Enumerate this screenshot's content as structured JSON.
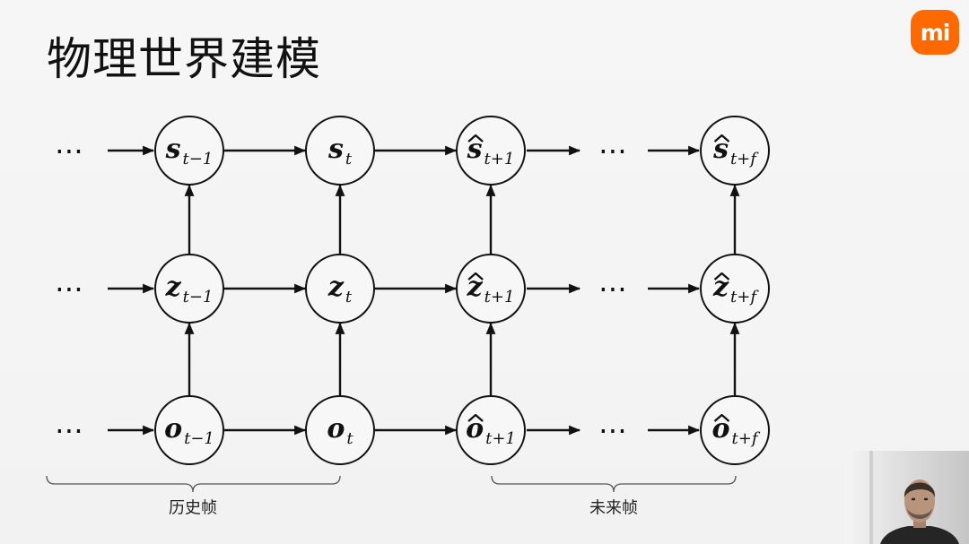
{
  "slide": {
    "title": "物理世界建模",
    "logo_text": "mi"
  },
  "diagram": {
    "ellipsis": "⋯",
    "rows": [
      {
        "cells": [
          {
            "base": "s",
            "sub": "t−1",
            "hat": false
          },
          {
            "base": "s",
            "sub": "t",
            "hat": false
          },
          {
            "base": "s",
            "sub": "t+1",
            "hat": true
          },
          {
            "base": "s",
            "sub": "t+f",
            "hat": true
          }
        ]
      },
      {
        "cells": [
          {
            "base": "z",
            "sub": "t−1",
            "hat": false
          },
          {
            "base": "z",
            "sub": "t",
            "hat": false
          },
          {
            "base": "z",
            "sub": "t+1",
            "hat": true
          },
          {
            "base": "z",
            "sub": "t+f",
            "hat": true
          }
        ]
      },
      {
        "cells": [
          {
            "base": "o",
            "sub": "t−1",
            "hat": false
          },
          {
            "base": "o",
            "sub": "t",
            "hat": false
          },
          {
            "base": "o",
            "sub": "t+1",
            "hat": true
          },
          {
            "base": "o",
            "sub": "t+f",
            "hat": true
          }
        ]
      }
    ],
    "brace_labels": {
      "history": "历史帧",
      "future": "未来帧"
    }
  },
  "colors": {
    "logo": "#ff6900"
  }
}
